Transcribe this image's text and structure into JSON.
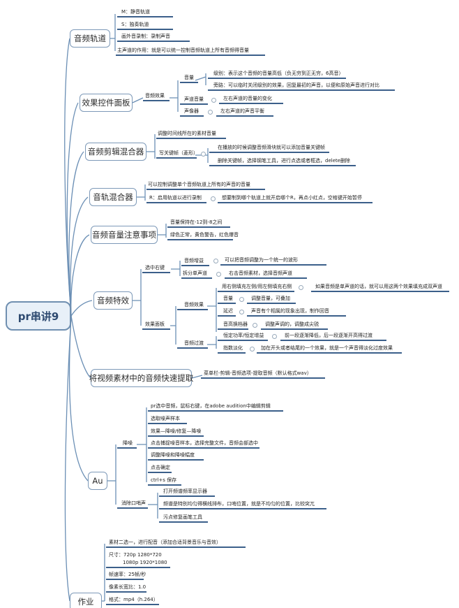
{
  "root": {
    "label": "pr串讲9"
  },
  "branches": {
    "audio_track": {
      "label": "音频轨道",
      "items": [
        "M：静音轨道",
        "S：独奏轨道",
        "画外音录制：录制声音",
        "主声道的作用：就是可以统一控制音频轨道上所有音频得音量"
      ]
    },
    "effect_controls": {
      "label": "效果控件面板",
      "sub": "音频效果",
      "volume": {
        "label": "音量",
        "items": [
          "级别：表示这个音频的音量高低（负无穷到正无穷，6高音）",
          "旁路：可以临时关闭级别的效果，回复最初的声音，以便和原始声音进行对比"
        ]
      },
      "channel_volume": {
        "label": "声道音量",
        "desc": "左右声道的音量的变化"
      },
      "panner": {
        "label": "声像器",
        "desc": "左右声道的声音平衡"
      }
    },
    "clip_mixer": {
      "label": "音频剪辑混合器",
      "top": "调整时间线所在的素材音量",
      "kf": {
        "label": "写关键帧（菱形）",
        "items": [
          "在播放的时候调整音频滑块就可以添加音量关键帧",
          "删除关键帧，选择钢笔工具，进行点选或者框选，delete删除"
        ]
      }
    },
    "track_mixer": {
      "label": "音轨混合器",
      "items": [
        "可以控制调整单个音频轨道上所有的声音的音量"
      ],
      "record": {
        "label": "R：启用轨道以进行录制",
        "desc": "想要制到哪个轨道上就开启哪个R，再点小红点，空格键开始暂停"
      }
    },
    "volume_notes": {
      "label": "音频音量注意事项",
      "items": [
        "音量保持在-12到-8之间",
        "绿色正常，黄色警告，红色爆音"
      ]
    },
    "audio_fx": {
      "label": "音频特效",
      "select_right": {
        "label": "选中右键",
        "gain": {
          "label": "音频增益",
          "desc": "可以把音频调整为一个统一的波形"
        },
        "split": {
          "label": "拆分单声道",
          "desc": "右击音频素材，选择音频声道"
        }
      },
      "effects_panel": {
        "label": "效果面板",
        "audio_effects": {
          "label": "音频效果",
          "fill_left": {
            "label": "用右侧填充左侧/用左侧填充右侧",
            "desc": "如果音频是单声道的话，就可以用这两个效果填充成双声道"
          },
          "volume": {
            "label": "音量",
            "desc": "调整音量，可叠加"
          },
          "echo": {
            "label": "延迟",
            "desc": "声音有个相属的现象出现，制作回音"
          },
          "pitch": {
            "label": "音高换档器",
            "desc": "调整声调的，调整成尖锐"
          }
        },
        "transitions": {
          "label": "音频过渡",
          "constant": {
            "label": "恒定功率/恒定增益",
            "desc": "前一段逐渐降低，后一段逐渐开高得过渡"
          },
          "exp_fade": {
            "label": "指数淡化",
            "desc": "加在开头或者结尾的一个效果，就是一个声音得淡化过度效果"
          }
        }
      }
    },
    "extract_audio": {
      "label": "将视频素材中的音频快速提取",
      "desc": "菜单栏-剪辑-音频选项-提取音频（默认格式wav）"
    },
    "au": {
      "label": "Au",
      "denoise": {
        "label": "降噪",
        "items": [
          "pr选中音频，鼠标右键，在adobe audition中编辑剪辑",
          "选取噪声样本",
          "效果—降噪/修复—降噪",
          "点击捕捉噪音样本，选择完整文件，音频会部选中",
          "调整降噪和降噪幅度",
          "点击确定",
          "ctrl+s 保存"
        ]
      },
      "declick": {
        "label": "消除口哨声",
        "items": [
          "打开频谱频率显示器",
          "频谱是特别均匀得横线排布，口哨位置，就是不均匀的位置，比较突兀",
          "污点修复画笔工具"
        ]
      }
    },
    "homework": {
      "label": "作业",
      "items": [
        "素材二选一，进行配音（添加合适背景音乐与音效）",
        "尺寸：720p    1280*720",
        "1080p  1920*1080",
        "帧速率：25帧/秒",
        "像素长宽比：1.0",
        "格式：mp4（h.264）"
      ]
    }
  }
}
